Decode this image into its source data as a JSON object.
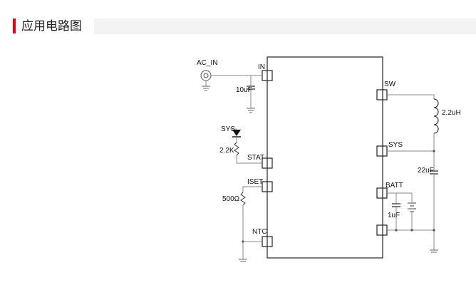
{
  "section": {
    "title": "应用电路图"
  },
  "ic_pins": {
    "in": "IN",
    "stat": "STAT",
    "iset": "ISET",
    "ntc": "NTC",
    "sw": "SW",
    "sys": "SYS",
    "batt": "BATT"
  },
  "labels": {
    "ac_in": "AC_IN",
    "cap_in": "10uF",
    "sys_led": "SYS",
    "res_stat": "2.2K",
    "res_iset": "500Ω",
    "inductor": "2.2uH",
    "cap_sys": "22uF",
    "cap_batt": "1uF"
  }
}
